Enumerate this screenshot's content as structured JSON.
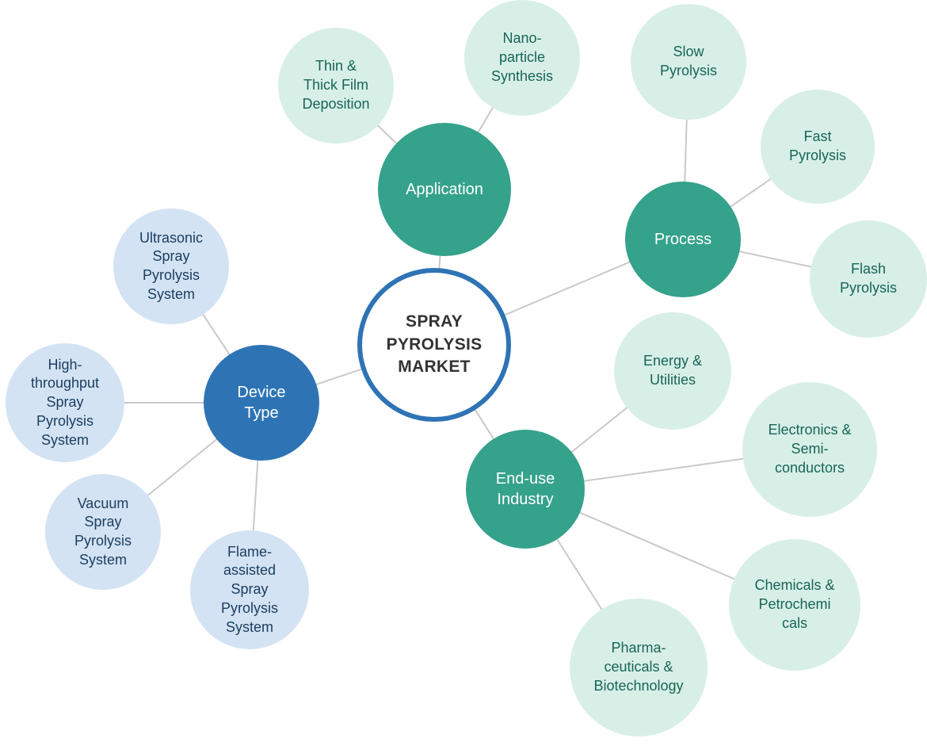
{
  "colors": {
    "branch_teal": "#35a28b",
    "branch_blue": "#2e74b5",
    "leaf_mint": "#d8efe7",
    "leaf_light_blue": "#d3e3f3",
    "teal_text": "#176655",
    "navy_text": "#1d3e61",
    "hub_text": "#333333",
    "hub_border": "#2e74b5",
    "connector_line": "#c9c9c9"
  },
  "diagram": {
    "hub_label": "SPRAY PYROLYSIS MARKET",
    "nodes": [
      {
        "id": "center",
        "style": "hub",
        "label": "SPRAY PYROLYSIS MARKET",
        "lines": [
          "SPRAY",
          "PYROLYSIS",
          "MARKET"
        ]
      },
      {
        "id": "application",
        "style": "branch-teal",
        "label": "Application",
        "lines": [
          "Application"
        ]
      },
      {
        "id": "process",
        "style": "branch-teal",
        "label": "Process",
        "lines": [
          "Process"
        ]
      },
      {
        "id": "device-type",
        "style": "branch-blue",
        "label": "Device Type",
        "lines": [
          "Device",
          "Type"
        ]
      },
      {
        "id": "end-use-industry",
        "style": "branch-teal",
        "label": "End-use Industry",
        "lines": [
          "End-use",
          "Industry"
        ]
      },
      {
        "id": "thin-thick-film-deposition",
        "style": "leaf-mint",
        "label": "Thin & Thick Film Deposition",
        "lines": [
          "Thin &",
          "Thick Film",
          "Deposition"
        ]
      },
      {
        "id": "nano-particle-synthesis",
        "style": "leaf-mint",
        "label": "Nano-particle Synthesis",
        "lines": [
          "Nano-",
          "particle",
          "Synthesis"
        ]
      },
      {
        "id": "slow-pyrolysis",
        "style": "leaf-mint",
        "label": "Slow Pyrolysis",
        "lines": [
          "Slow",
          "Pyrolysis"
        ]
      },
      {
        "id": "fast-pyrolysis",
        "style": "leaf-mint",
        "label": "Fast Pyrolysis",
        "lines": [
          "Fast",
          "Pyrolysis"
        ]
      },
      {
        "id": "flash-pyrolysis",
        "style": "leaf-mint",
        "label": "Flash Pyrolysis",
        "lines": [
          "Flash",
          "Pyrolysis"
        ]
      },
      {
        "id": "ultrasonic-spray-pyrolysis-system",
        "style": "leaf-blue",
        "label": "Ultrasonic Spray Pyrolysis System",
        "lines": [
          "Ultrasonic",
          "Spray",
          "Pyrolysis",
          "System"
        ]
      },
      {
        "id": "high-throughput-spray-pyrolysis-system",
        "style": "leaf-blue",
        "label": "High-throughput Spray Pyrolysis System",
        "lines": [
          "High-",
          "throughput",
          "Spray",
          "Pyrolysis",
          "System"
        ]
      },
      {
        "id": "vacuum-spray-pyrolysis-system",
        "style": "leaf-blue",
        "label": "Vacuum Spray Pyrolysis System",
        "lines": [
          "Vacuum",
          "Spray",
          "Pyrolysis",
          "System"
        ]
      },
      {
        "id": "flame-assisted-spray-pyrolysis-system",
        "style": "leaf-blue",
        "label": "Flame-assisted Spray Pyrolysis System",
        "lines": [
          "Flame-",
          "assisted",
          "Spray",
          "Pyrolysis",
          "System"
        ]
      },
      {
        "id": "energy-utilities",
        "style": "leaf-mint",
        "label": "Energy & Utilities",
        "lines": [
          "Energy &",
          "Utilities"
        ]
      },
      {
        "id": "electronics-semiconductors",
        "style": "leaf-mint",
        "label": "Electronics & Semi-conductors",
        "lines": [
          "Electronics &",
          "Semi-",
          "conductors"
        ]
      },
      {
        "id": "chemicals-petrochemicals",
        "style": "leaf-mint",
        "label": "Chemicals & Petrochemicals",
        "lines": [
          "Chemicals &",
          "Petrochemi",
          "cals"
        ]
      },
      {
        "id": "pharmaceuticals-biotechnology",
        "style": "leaf-mint",
        "label": "Pharma-ceuticals & Biotechnology",
        "lines": [
          "Pharma-",
          "ceuticals &",
          "Biotechnology"
        ]
      }
    ],
    "edges": [
      [
        "center",
        "application"
      ],
      [
        "center",
        "process"
      ],
      [
        "center",
        "device-type"
      ],
      [
        "center",
        "end-use-industry"
      ],
      [
        "application",
        "thin-thick-film-deposition"
      ],
      [
        "application",
        "nano-particle-synthesis"
      ],
      [
        "process",
        "slow-pyrolysis"
      ],
      [
        "process",
        "fast-pyrolysis"
      ],
      [
        "process",
        "flash-pyrolysis"
      ],
      [
        "device-type",
        "ultrasonic-spray-pyrolysis-system"
      ],
      [
        "device-type",
        "high-throughput-spray-pyrolysis-system"
      ],
      [
        "device-type",
        "vacuum-spray-pyrolysis-system"
      ],
      [
        "device-type",
        "flame-assisted-spray-pyrolysis-system"
      ],
      [
        "end-use-industry",
        "energy-utilities"
      ],
      [
        "end-use-industry",
        "electronics-semiconductors"
      ],
      [
        "end-use-industry",
        "chemicals-petrochemicals"
      ],
      [
        "end-use-industry",
        "pharmaceuticals-biotechnology"
      ]
    ]
  }
}
